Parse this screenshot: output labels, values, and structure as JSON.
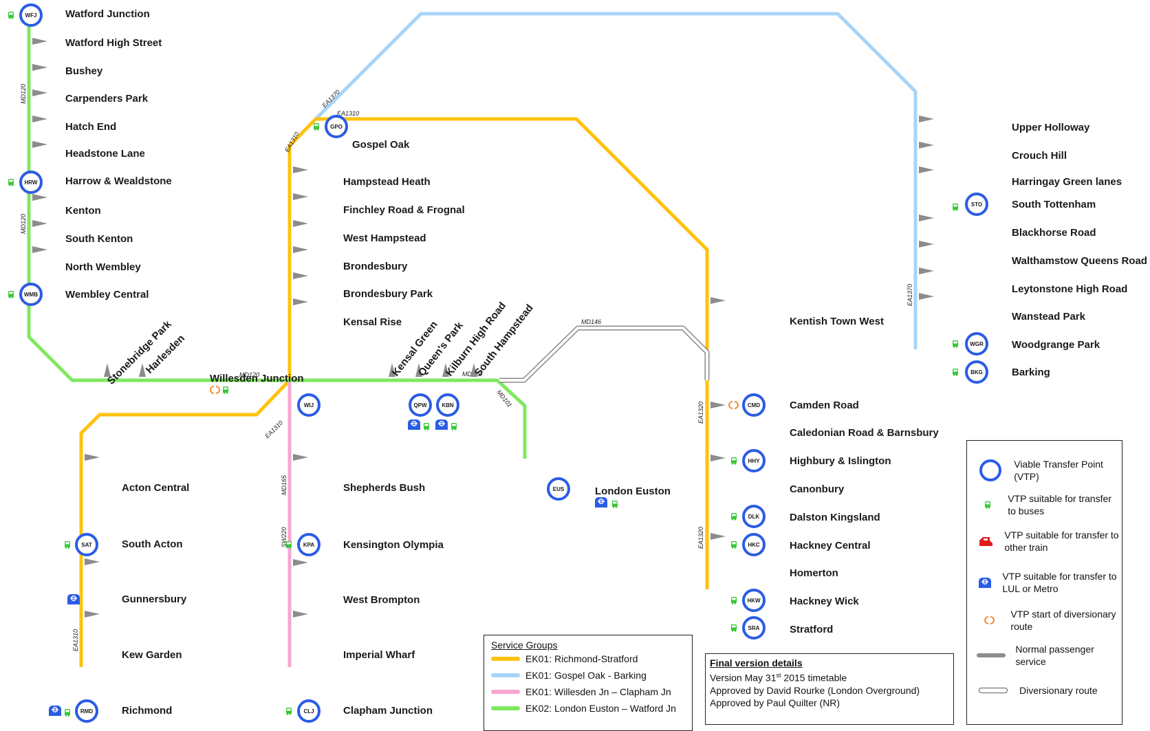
{
  "service_groups": {
    "title": "Service Groups",
    "items": [
      {
        "label": "EK01: Richmond-Stratford",
        "color": "#ffc20e"
      },
      {
        "label": "EK01: Gospel Oak - Barking",
        "color": "#a8d4f7"
      },
      {
        "label": "EK01: Willesden Jn – Clapham Jn",
        "color": "#f7a6d0"
      },
      {
        "label": "EK02: London Euston – Watford Jn",
        "color": "#7fe85f"
      }
    ]
  },
  "final_version": {
    "title": "Final version details",
    "version_prefix": "Version May 31",
    "version_sup": "st",
    "version_suffix": " 2015 timetable",
    "approved_1": "Approved by David Rourke (London Overground)",
    "approved_2": "Approved by Paul Quilter (NR)"
  },
  "key": {
    "vtp": "Viable Transfer Point (VTP)",
    "bus": "VTP suitable for transfer to buses",
    "train": "VTP suitable for transfer to other train",
    "lul": "VTP suitable for transfer to LUL or Metro",
    "diversion_start": "VTP start of diversionary route",
    "normal": "Normal passenger service",
    "diversionary": "Diversionary route"
  },
  "colors": {
    "yellow": "#ffc20e",
    "blue": "#a8d4f7",
    "pink": "#f7a6d0",
    "green": "#7fe85f",
    "vtp_ring": "#2b5ce6",
    "bus_icon": "#37c837",
    "lul_icon": "#2b5ce6",
    "train_icon": "#e21b1b",
    "diversion_icon": "#f58220",
    "stop_marker": "#8c8c8c"
  },
  "vtps": [
    {
      "code": "WFJ",
      "bus": true
    },
    {
      "code": "HRW",
      "bus": true
    },
    {
      "code": "WMB",
      "bus": true
    },
    {
      "code": "WIJ",
      "bus": true,
      "diversion": true
    },
    {
      "code": "GPO",
      "bus": true
    },
    {
      "code": "QPW",
      "bus": true,
      "lul": true
    },
    {
      "code": "KBN",
      "bus": true,
      "lul": true
    },
    {
      "code": "EUS",
      "bus": true,
      "lul": true
    },
    {
      "code": "CMD",
      "diversion": true
    },
    {
      "code": "HHY",
      "bus": true
    },
    {
      "code": "DLK",
      "bus": true
    },
    {
      "code": "HKC",
      "bus": true
    },
    {
      "code": "HKW",
      "bus": true
    },
    {
      "code": "SRA",
      "bus": true
    },
    {
      "code": "STO",
      "bus": true
    },
    {
      "code": "WGR",
      "bus": true
    },
    {
      "code": "BKG",
      "bus": true
    },
    {
      "code": "SAT",
      "bus": true
    },
    {
      "code": "RMD",
      "bus": true,
      "lul": true
    },
    {
      "code": "KPA",
      "bus": true
    },
    {
      "code": "CLJ",
      "bus": true
    }
  ],
  "stations": {
    "watford_junction": "Watford Junction",
    "watford_high_street": "Watford High Street",
    "bushey": "Bushey",
    "carpenders_park": "Carpenders Park",
    "hatch_end": "Hatch End",
    "headstone_lane": "Headstone Lane",
    "harrow_wealdstone": "Harrow & Wealdstone",
    "kenton": "Kenton",
    "south_kenton": "South Kenton",
    "north_wembley": "North Wembley",
    "wembley_central": "Wembley Central",
    "stonebridge_park": "Stonebridge Park",
    "harlesden": "Harlesden",
    "willesden_junction": "Willesden Junction",
    "gospel_oak": "Gospel Oak",
    "hampstead_heath": "Hampstead Heath",
    "finchley_road_frognal": "Finchley Road & Frognal",
    "west_hampstead": "West Hampstead",
    "brondesbury": "Brondesbury",
    "brondesbury_park": "Brondesbury Park",
    "kensal_rise": "Kensal Rise",
    "kensal_green": "Kensal Green",
    "queens_park": "Queen's Park",
    "kilburn_high_road": "Kilburn High Road",
    "south_hampstead": "South Hampstead",
    "london_euston": "London Euston",
    "kentish_town_west": "Kentish Town West",
    "camden_road": "Camden Road",
    "caledonian_road": "Caledonian Road & Barnsbury",
    "highbury_islington": "Highbury & Islington",
    "canonbury": "Canonbury",
    "dalston_kingsland": "Dalston Kingsland",
    "hackney_central": "Hackney Central",
    "homerton": "Homerton",
    "hackney_wick": "Hackney Wick",
    "stratford": "Stratford",
    "upper_holloway": "Upper Holloway",
    "crouch_hill": "Crouch Hill",
    "harringay_green_lanes": "Harringay Green lanes",
    "south_tottenham": "South Tottenham",
    "blackhorse_road": "Blackhorse Road",
    "walthamstow_queens_road": "Walthamstow Queens Road",
    "leytonstone_high_road": "Leytonstone High Road",
    "wanstead_park": "Wanstead Park",
    "woodgrange_park": "Woodgrange Park",
    "barking": "Barking",
    "acton_central": "Acton Central",
    "south_acton": "South Acton",
    "gunnersbury": "Gunnersbury",
    "kew_garden": "Kew Garden",
    "richmond": "Richmond",
    "shepherds_bush": "Shepherds Bush",
    "kensington_olympia": "Kensington Olympia",
    "west_brompton": "West Brompton",
    "imperial_wharf": "Imperial Wharf",
    "clapham_junction": "Clapham Junction"
  },
  "track_codes": [
    {
      "id": "t1",
      "text": "MD120"
    },
    {
      "id": "t2",
      "text": "MD120"
    },
    {
      "id": "t3",
      "text": "MD120"
    },
    {
      "id": "t4",
      "text": "MD120"
    },
    {
      "id": "t5",
      "text": "MD146"
    },
    {
      "id": "t6",
      "text": "MD101"
    },
    {
      "id": "t7",
      "text": "EA1310"
    },
    {
      "id": "t8",
      "text": "EA1370"
    },
    {
      "id": "t9",
      "text": "EA1310"
    },
    {
      "id": "t10",
      "text": "EA1310"
    },
    {
      "id": "t11",
      "text": "EA1310"
    },
    {
      "id": "t12",
      "text": "MD165"
    },
    {
      "id": "t13",
      "text": "SW220"
    },
    {
      "id": "t14",
      "text": "EA1320"
    },
    {
      "id": "t15",
      "text": "EA1320"
    },
    {
      "id": "t16",
      "text": "EA1370"
    }
  ]
}
